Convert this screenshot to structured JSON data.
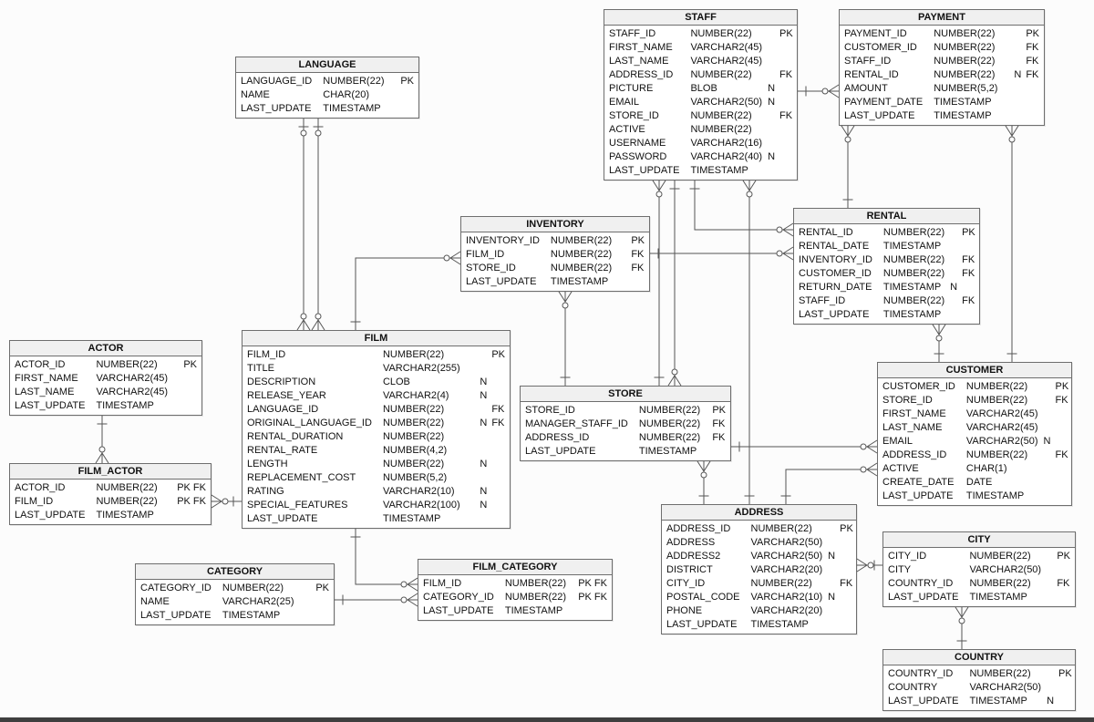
{
  "colors": {
    "background": "#fcfcfc",
    "entity_fill": "#ffffff",
    "entity_border": "#6e6e6e",
    "header_fill": "#f0f0f0",
    "relationship_line": "#555555",
    "text": "#111111"
  },
  "diagram": {
    "entities": [
      {
        "name": "LANGUAGE",
        "columns": [
          {
            "name": "LANGUAGE_ID",
            "type": "NUMBER(22)",
            "nullable": "",
            "key": "PK"
          },
          {
            "name": "NAME",
            "type": "CHAR(20)",
            "nullable": "",
            "key": ""
          },
          {
            "name": "LAST_UPDATE",
            "type": "TIMESTAMP",
            "nullable": "",
            "key": ""
          }
        ]
      },
      {
        "name": "STAFF",
        "columns": [
          {
            "name": "STAFF_ID",
            "type": "NUMBER(22)",
            "nullable": "",
            "key": "PK"
          },
          {
            "name": "FIRST_NAME",
            "type": "VARCHAR2(45)",
            "nullable": "",
            "key": ""
          },
          {
            "name": "LAST_NAME",
            "type": "VARCHAR2(45)",
            "nullable": "",
            "key": ""
          },
          {
            "name": "ADDRESS_ID",
            "type": "NUMBER(22)",
            "nullable": "",
            "key": "FK"
          },
          {
            "name": "PICTURE",
            "type": "BLOB",
            "nullable": "N",
            "key": ""
          },
          {
            "name": "EMAIL",
            "type": "VARCHAR2(50)",
            "nullable": "N",
            "key": ""
          },
          {
            "name": "STORE_ID",
            "type": "NUMBER(22)",
            "nullable": "",
            "key": "FK"
          },
          {
            "name": "ACTIVE",
            "type": "NUMBER(22)",
            "nullable": "",
            "key": ""
          },
          {
            "name": "USERNAME",
            "type": "VARCHAR2(16)",
            "nullable": "",
            "key": ""
          },
          {
            "name": "PASSWORD",
            "type": "VARCHAR2(40)",
            "nullable": "N",
            "key": ""
          },
          {
            "name": "LAST_UPDATE",
            "type": "TIMESTAMP",
            "nullable": "",
            "key": ""
          }
        ]
      },
      {
        "name": "PAYMENT",
        "columns": [
          {
            "name": "PAYMENT_ID",
            "type": "NUMBER(22)",
            "nullable": "",
            "key": "PK"
          },
          {
            "name": "CUSTOMER_ID",
            "type": "NUMBER(22)",
            "nullable": "",
            "key": "FK"
          },
          {
            "name": "STAFF_ID",
            "type": "NUMBER(22)",
            "nullable": "",
            "key": "FK"
          },
          {
            "name": "RENTAL_ID",
            "type": "NUMBER(22)",
            "nullable": "N",
            "key": "FK"
          },
          {
            "name": "AMOUNT",
            "type": "NUMBER(5,2)",
            "nullable": "",
            "key": ""
          },
          {
            "name": "PAYMENT_DATE",
            "type": "TIMESTAMP",
            "nullable": "",
            "key": ""
          },
          {
            "name": "LAST_UPDATE",
            "type": "TIMESTAMP",
            "nullable": "",
            "key": ""
          }
        ]
      },
      {
        "name": "INVENTORY",
        "columns": [
          {
            "name": "INVENTORY_ID",
            "type": "NUMBER(22)",
            "nullable": "",
            "key": "PK"
          },
          {
            "name": "FILM_ID",
            "type": "NUMBER(22)",
            "nullable": "",
            "key": "FK"
          },
          {
            "name": "STORE_ID",
            "type": "NUMBER(22)",
            "nullable": "",
            "key": "FK"
          },
          {
            "name": "LAST_UPDATE",
            "type": "TIMESTAMP",
            "nullable": "",
            "key": ""
          }
        ]
      },
      {
        "name": "RENTAL",
        "columns": [
          {
            "name": "RENTAL_ID",
            "type": "NUMBER(22)",
            "nullable": "",
            "key": "PK"
          },
          {
            "name": "RENTAL_DATE",
            "type": "TIMESTAMP",
            "nullable": "",
            "key": ""
          },
          {
            "name": "INVENTORY_ID",
            "type": "NUMBER(22)",
            "nullable": "",
            "key": "FK"
          },
          {
            "name": "CUSTOMER_ID",
            "type": "NUMBER(22)",
            "nullable": "",
            "key": "FK"
          },
          {
            "name": "RETURN_DATE",
            "type": "TIMESTAMP",
            "nullable": "N",
            "key": ""
          },
          {
            "name": "STAFF_ID",
            "type": "NUMBER(22)",
            "nullable": "",
            "key": "FK"
          },
          {
            "name": "LAST_UPDATE",
            "type": "TIMESTAMP",
            "nullable": "",
            "key": ""
          }
        ]
      },
      {
        "name": "ACTOR",
        "columns": [
          {
            "name": "ACTOR_ID",
            "type": "NUMBER(22)",
            "nullable": "",
            "key": "PK"
          },
          {
            "name": "FIRST_NAME",
            "type": "VARCHAR2(45)",
            "nullable": "",
            "key": ""
          },
          {
            "name": "LAST_NAME",
            "type": "VARCHAR2(45)",
            "nullable": "",
            "key": ""
          },
          {
            "name": "LAST_UPDATE",
            "type": "TIMESTAMP",
            "nullable": "",
            "key": ""
          }
        ]
      },
      {
        "name": "FILM",
        "columns": [
          {
            "name": "FILM_ID",
            "type": "NUMBER(22)",
            "nullable": "",
            "key": "PK"
          },
          {
            "name": "TITLE",
            "type": "VARCHAR2(255)",
            "nullable": "",
            "key": ""
          },
          {
            "name": "DESCRIPTION",
            "type": "CLOB",
            "nullable": "N",
            "key": ""
          },
          {
            "name": "RELEASE_YEAR",
            "type": "VARCHAR2(4)",
            "nullable": "N",
            "key": ""
          },
          {
            "name": "LANGUAGE_ID",
            "type": "NUMBER(22)",
            "nullable": "",
            "key": "FK"
          },
          {
            "name": "ORIGINAL_LANGUAGE_ID",
            "type": "NUMBER(22)",
            "nullable": "N",
            "key": "FK"
          },
          {
            "name": "RENTAL_DURATION",
            "type": "NUMBER(22)",
            "nullable": "",
            "key": ""
          },
          {
            "name": "RENTAL_RATE",
            "type": "NUMBER(4,2)",
            "nullable": "",
            "key": ""
          },
          {
            "name": "LENGTH",
            "type": "NUMBER(22)",
            "nullable": "N",
            "key": ""
          },
          {
            "name": "REPLACEMENT_COST",
            "type": "NUMBER(5,2)",
            "nullable": "",
            "key": ""
          },
          {
            "name": "RATING",
            "type": "VARCHAR2(10)",
            "nullable": "N",
            "key": ""
          },
          {
            "name": "SPECIAL_FEATURES",
            "type": "VARCHAR2(100)",
            "nullable": "N",
            "key": ""
          },
          {
            "name": "LAST_UPDATE",
            "type": "TIMESTAMP",
            "nullable": "",
            "key": ""
          }
        ]
      },
      {
        "name": "STORE",
        "columns": [
          {
            "name": "STORE_ID",
            "type": "NUMBER(22)",
            "nullable": "",
            "key": "PK"
          },
          {
            "name": "MANAGER_STAFF_ID",
            "type": "NUMBER(22)",
            "nullable": "",
            "key": "FK"
          },
          {
            "name": "ADDRESS_ID",
            "type": "NUMBER(22)",
            "nullable": "",
            "key": "FK"
          },
          {
            "name": "LAST_UPDATE",
            "type": "TIMESTAMP",
            "nullable": "",
            "key": ""
          }
        ]
      },
      {
        "name": "CUSTOMER",
        "columns": [
          {
            "name": "CUSTOMER_ID",
            "type": "NUMBER(22)",
            "nullable": "",
            "key": "PK"
          },
          {
            "name": "STORE_ID",
            "type": "NUMBER(22)",
            "nullable": "",
            "key": "FK"
          },
          {
            "name": "FIRST_NAME",
            "type": "VARCHAR2(45)",
            "nullable": "",
            "key": ""
          },
          {
            "name": "LAST_NAME",
            "type": "VARCHAR2(45)",
            "nullable": "",
            "key": ""
          },
          {
            "name": "EMAIL",
            "type": "VARCHAR2(50)",
            "nullable": "N",
            "key": ""
          },
          {
            "name": "ADDRESS_ID",
            "type": "NUMBER(22)",
            "nullable": "",
            "key": "FK"
          },
          {
            "name": "ACTIVE",
            "type": "CHAR(1)",
            "nullable": "",
            "key": ""
          },
          {
            "name": "CREATE_DATE",
            "type": "DATE",
            "nullable": "",
            "key": ""
          },
          {
            "name": "LAST_UPDATE",
            "type": "TIMESTAMP",
            "nullable": "",
            "key": ""
          }
        ]
      },
      {
        "name": "FILM_ACTOR",
        "columns": [
          {
            "name": "ACTOR_ID",
            "type": "NUMBER(22)",
            "nullable": "",
            "key": "PK FK"
          },
          {
            "name": "FILM_ID",
            "type": "NUMBER(22)",
            "nullable": "",
            "key": "PK FK"
          },
          {
            "name": "LAST_UPDATE",
            "type": "TIMESTAMP",
            "nullable": "",
            "key": ""
          }
        ]
      },
      {
        "name": "ADDRESS",
        "columns": [
          {
            "name": "ADDRESS_ID",
            "type": "NUMBER(22)",
            "nullable": "",
            "key": "PK"
          },
          {
            "name": "ADDRESS",
            "type": "VARCHAR2(50)",
            "nullable": "",
            "key": ""
          },
          {
            "name": "ADDRESS2",
            "type": "VARCHAR2(50)",
            "nullable": "N",
            "key": ""
          },
          {
            "name": "DISTRICT",
            "type": "VARCHAR2(20)",
            "nullable": "",
            "key": ""
          },
          {
            "name": "CITY_ID",
            "type": "NUMBER(22)",
            "nullable": "",
            "key": "FK"
          },
          {
            "name": "POSTAL_CODE",
            "type": "VARCHAR2(10)",
            "nullable": "N",
            "key": ""
          },
          {
            "name": "PHONE",
            "type": "VARCHAR2(20)",
            "nullable": "",
            "key": ""
          },
          {
            "name": "LAST_UPDATE",
            "type": "TIMESTAMP",
            "nullable": "",
            "key": ""
          }
        ]
      },
      {
        "name": "CATEGORY",
        "columns": [
          {
            "name": "CATEGORY_ID",
            "type": "NUMBER(22)",
            "nullable": "",
            "key": "PK"
          },
          {
            "name": "NAME",
            "type": "VARCHAR2(25)",
            "nullable": "",
            "key": ""
          },
          {
            "name": "LAST_UPDATE",
            "type": "TIMESTAMP",
            "nullable": "",
            "key": ""
          }
        ]
      },
      {
        "name": "FILM_CATEGORY",
        "columns": [
          {
            "name": "FILM_ID",
            "type": "NUMBER(22)",
            "nullable": "",
            "key": "PK FK"
          },
          {
            "name": "CATEGORY_ID",
            "type": "NUMBER(22)",
            "nullable": "",
            "key": "PK FK"
          },
          {
            "name": "LAST_UPDATE",
            "type": "TIMESTAMP",
            "nullable": "",
            "key": ""
          }
        ]
      },
      {
        "name": "CITY",
        "columns": [
          {
            "name": "CITY_ID",
            "type": "NUMBER(22)",
            "nullable": "",
            "key": "PK"
          },
          {
            "name": "CITY",
            "type": "VARCHAR2(50)",
            "nullable": "",
            "key": ""
          },
          {
            "name": "COUNTRY_ID",
            "type": "NUMBER(22)",
            "nullable": "",
            "key": "FK"
          },
          {
            "name": "LAST_UPDATE",
            "type": "TIMESTAMP",
            "nullable": "",
            "key": ""
          }
        ]
      },
      {
        "name": "COUNTRY",
        "columns": [
          {
            "name": "COUNTRY_ID",
            "type": "NUMBER(22)",
            "nullable": "",
            "key": "PK"
          },
          {
            "name": "COUNTRY",
            "type": "VARCHAR2(50)",
            "nullable": "",
            "key": ""
          },
          {
            "name": "LAST_UPDATE",
            "type": "TIMESTAMP",
            "nullable": "N",
            "key": ""
          }
        ]
      }
    ],
    "relationships": [
      {
        "id": "film_language",
        "from": "FILM",
        "fk": "LANGUAGE_ID",
        "to": "LANGUAGE",
        "cardinality": "N:1"
      },
      {
        "id": "film_original_language",
        "from": "FILM",
        "fk": "ORIGINAL_LANGUAGE_ID",
        "to": "LANGUAGE",
        "cardinality": "N:1"
      },
      {
        "id": "filmactor_actor",
        "from": "FILM_ACTOR",
        "fk": "ACTOR_ID",
        "to": "ACTOR",
        "cardinality": "N:1"
      },
      {
        "id": "filmactor_film",
        "from": "FILM_ACTOR",
        "fk": "FILM_ID",
        "to": "FILM",
        "cardinality": "N:1"
      },
      {
        "id": "inventory_film",
        "from": "INVENTORY",
        "fk": "FILM_ID",
        "to": "FILM",
        "cardinality": "N:1"
      },
      {
        "id": "filmcategory_film",
        "from": "FILM_CATEGORY",
        "fk": "FILM_ID",
        "to": "FILM",
        "cardinality": "N:1"
      },
      {
        "id": "filmcategory_category",
        "from": "FILM_CATEGORY",
        "fk": "CATEGORY_ID",
        "to": "CATEGORY",
        "cardinality": "N:1"
      },
      {
        "id": "inventory_store",
        "from": "INVENTORY",
        "fk": "STORE_ID",
        "to": "STORE",
        "cardinality": "N:1"
      },
      {
        "id": "rental_inventory",
        "from": "RENTAL",
        "fk": "INVENTORY_ID",
        "to": "INVENTORY",
        "cardinality": "N:1"
      },
      {
        "id": "rental_staff",
        "from": "RENTAL",
        "fk": "STAFF_ID",
        "to": "STAFF",
        "cardinality": "N:1"
      },
      {
        "id": "rental_customer",
        "from": "RENTAL",
        "fk": "CUSTOMER_ID",
        "to": "CUSTOMER",
        "cardinality": "N:1"
      },
      {
        "id": "payment_staff",
        "from": "PAYMENT",
        "fk": "STAFF_ID",
        "to": "STAFF",
        "cardinality": "N:1"
      },
      {
        "id": "payment_rental",
        "from": "PAYMENT",
        "fk": "RENTAL_ID",
        "to": "RENTAL",
        "cardinality": "N:1"
      },
      {
        "id": "payment_customer",
        "from": "PAYMENT",
        "fk": "CUSTOMER_ID",
        "to": "CUSTOMER",
        "cardinality": "N:1"
      },
      {
        "id": "staff_store",
        "from": "STAFF",
        "fk": "STORE_ID",
        "to": "STORE",
        "cardinality": "N:1"
      },
      {
        "id": "store_manager_staff",
        "from": "STORE",
        "fk": "MANAGER_STAFF_ID",
        "to": "STAFF",
        "cardinality": "N:1"
      },
      {
        "id": "staff_address",
        "from": "STAFF",
        "fk": "ADDRESS_ID",
        "to": "ADDRESS",
        "cardinality": "N:1"
      },
      {
        "id": "customer_store",
        "from": "CUSTOMER",
        "fk": "STORE_ID",
        "to": "STORE",
        "cardinality": "N:1"
      },
      {
        "id": "customer_address",
        "from": "CUSTOMER",
        "fk": "ADDRESS_ID",
        "to": "ADDRESS",
        "cardinality": "N:1"
      },
      {
        "id": "store_address",
        "from": "STORE",
        "fk": "ADDRESS_ID",
        "to": "ADDRESS",
        "cardinality": "N:1"
      },
      {
        "id": "address_city",
        "from": "ADDRESS",
        "fk": "CITY_ID",
        "to": "CITY",
        "cardinality": "N:1"
      },
      {
        "id": "city_country",
        "from": "CITY",
        "fk": "COUNTRY_ID",
        "to": "COUNTRY",
        "cardinality": "N:1"
      }
    ]
  }
}
